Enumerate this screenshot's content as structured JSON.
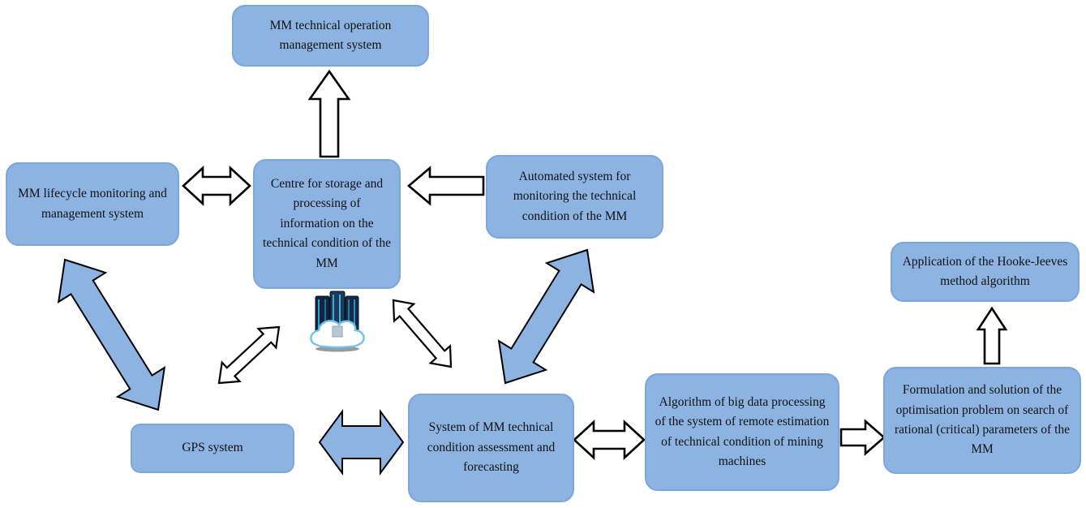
{
  "diagram": {
    "nodes": [
      {
        "id": "mm-technical-operation",
        "label": "MM technical operation management system"
      },
      {
        "id": "mm-lifecycle",
        "label": "MM lifecycle monitoring and management system"
      },
      {
        "id": "centre-storage",
        "label": "Centre for storage and processing of information on the technical condition of the MM"
      },
      {
        "id": "automated-monitoring",
        "label": "Automated system for monitoring the technical condition of the MM"
      },
      {
        "id": "hooke-jeeves",
        "label": "Application of the Hooke-Jeeves method algorithm"
      },
      {
        "id": "formulation-optimisation",
        "label": "Formulation and solution of the optimisation problem on search of rational (critical) parameters of the MM"
      },
      {
        "id": "big-data-algorithm",
        "label": "Algorithm of big data processing of the system of remote estimation of technical condition of mining machines"
      },
      {
        "id": "assessment-forecasting",
        "label": "System of MM technical condition assessment and forecasting"
      },
      {
        "id": "gps",
        "label": "GPS system"
      }
    ],
    "icon": {
      "name": "cloud-server-icon"
    },
    "connections": [
      {
        "from": "mm-lifecycle",
        "to": "centre-storage",
        "style": "outline",
        "heads": "both",
        "direction": "horizontal"
      },
      {
        "from": "centre-storage",
        "to": "mm-technical-operation",
        "style": "outline",
        "heads": "single",
        "direction": "up"
      },
      {
        "from": "automated-monitoring",
        "to": "centre-storage",
        "style": "outline",
        "heads": "single",
        "direction": "left"
      },
      {
        "from": "mm-lifecycle",
        "to": "gps",
        "style": "filled-blue",
        "heads": "both",
        "direction": "diagonal"
      },
      {
        "from": "gps",
        "to": "cloud-server-icon",
        "style": "outline",
        "heads": "both",
        "direction": "diagonal"
      },
      {
        "from": "centre-storage",
        "to": "assessment-forecasting",
        "style": "outline",
        "heads": "both",
        "direction": "diagonal"
      },
      {
        "from": "assessment-forecasting",
        "to": "automated-monitoring",
        "style": "filled-blue",
        "heads": "both",
        "direction": "diagonal"
      },
      {
        "from": "gps",
        "to": "assessment-forecasting",
        "style": "filled-blue",
        "heads": "both",
        "direction": "horizontal"
      },
      {
        "from": "assessment-forecasting",
        "to": "big-data-algorithm",
        "style": "outline",
        "heads": "both",
        "direction": "horizontal"
      },
      {
        "from": "big-data-algorithm",
        "to": "formulation-optimisation",
        "style": "outline",
        "heads": "single",
        "direction": "right"
      },
      {
        "from": "formulation-optimisation",
        "to": "hooke-jeeves",
        "style": "outline",
        "heads": "single",
        "direction": "up"
      }
    ],
    "colors": {
      "node_fill": "#8db3e2",
      "node_border": "#7da7d9",
      "arrow_blue_fill": "#8db3e2",
      "arrow_outline": "#000000",
      "background": "#ffffff",
      "text": "#111111"
    }
  }
}
